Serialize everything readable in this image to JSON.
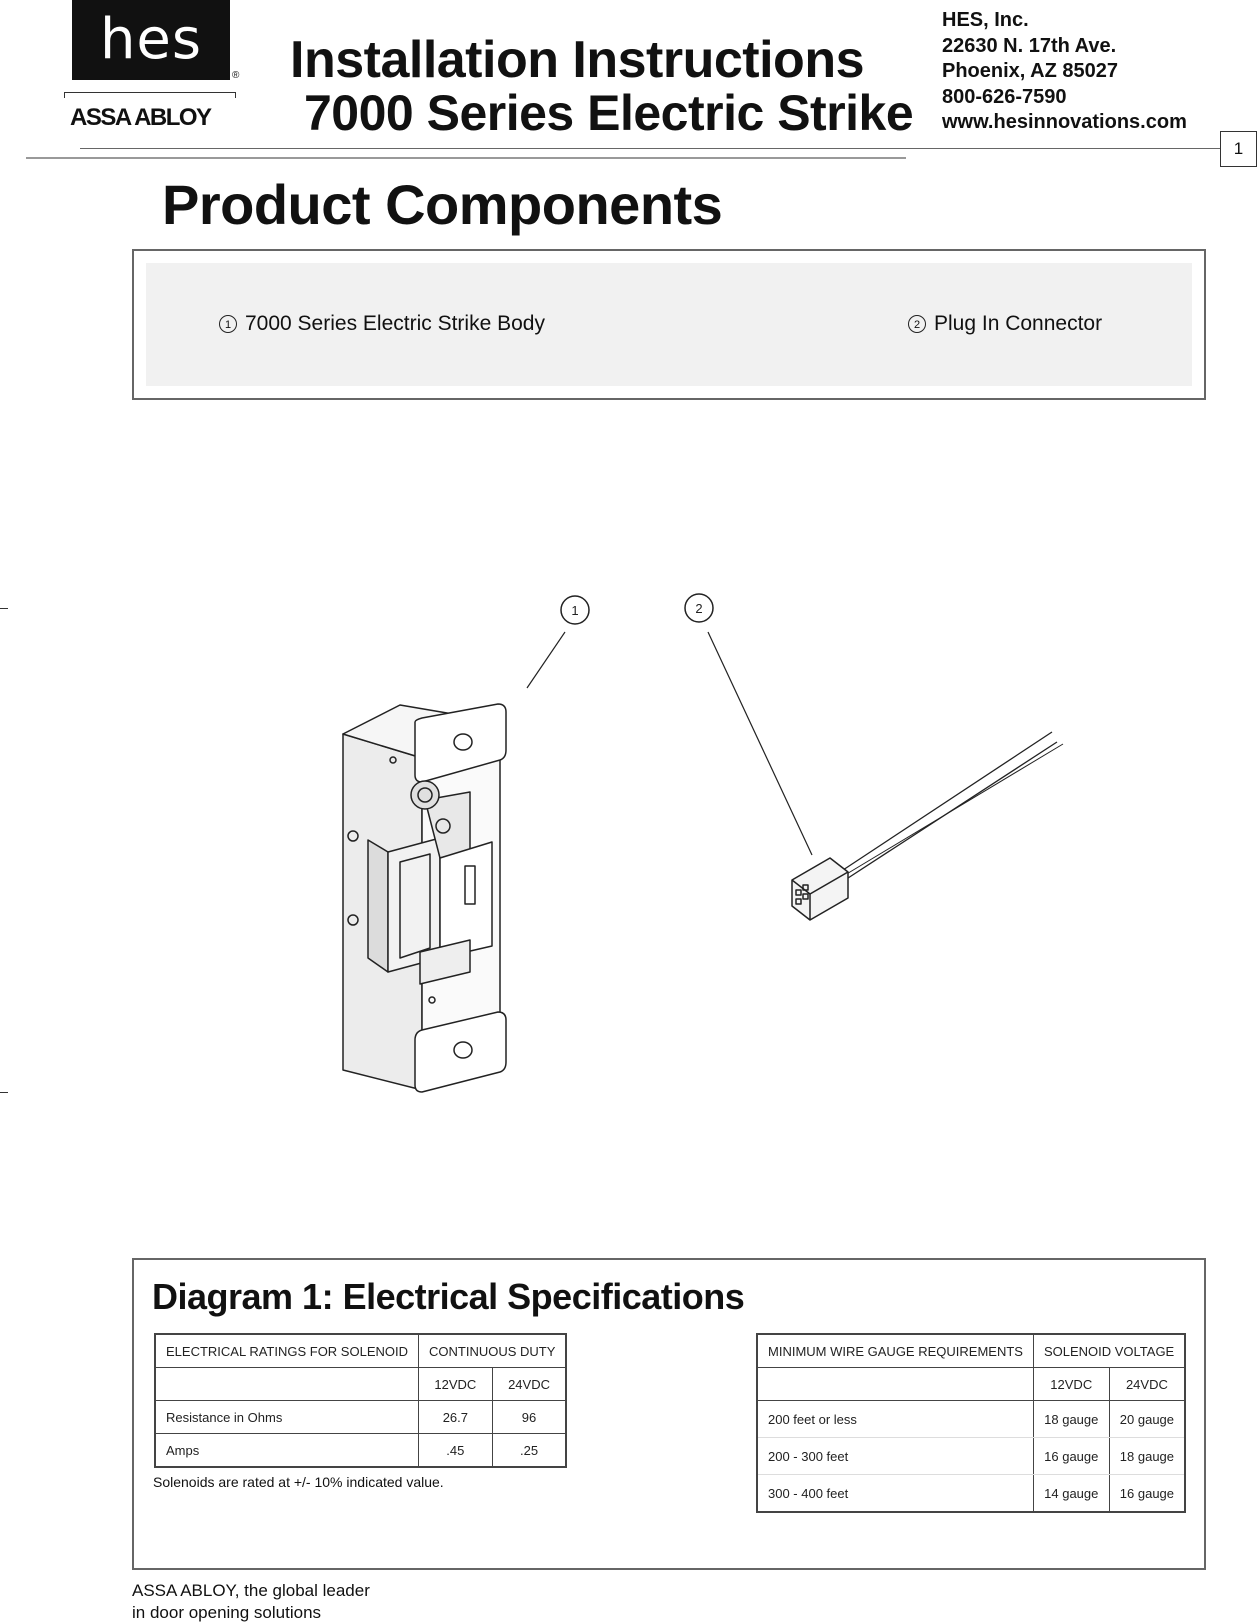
{
  "logo": {
    "brand": "hes",
    "reg": "®",
    "parent": "ASSA ABLOY"
  },
  "header": {
    "title_line1": "Installation Instructions",
    "title_line2": "7000 Series Electric Strike",
    "address": {
      "company": "HES, Inc.",
      "street": "22630 N. 17th Ave.",
      "city": "Phoenix, AZ 85027",
      "phone": "800-626-7590",
      "website": "www.hesinnovations.com"
    },
    "page_number": "1"
  },
  "components": {
    "title": "Product Components",
    "items": [
      {
        "num": "1",
        "label": "7000 Series Electric Strike Body"
      },
      {
        "num": "2",
        "label": "Plug In Connector"
      }
    ]
  },
  "specs": {
    "title": "Diagram 1: Electrical Specifications",
    "ratings_table": {
      "header": [
        "ELECTRICAL RATINGS FOR SOLENOID",
        "CONTINUOUS DUTY"
      ],
      "subheader": [
        "",
        "12VDC",
        "24VDC"
      ],
      "rows": [
        [
          "Resistance in Ohms",
          "26.7",
          "96"
        ],
        [
          "Amps",
          ".45",
          ".25"
        ]
      ]
    },
    "note": "Solenoids are rated at +/- 10% indicated value.",
    "gauge_table": {
      "header": [
        "MINIMUM WIRE GAUGE REQUIREMENTS",
        "SOLENOID VOLTAGE"
      ],
      "subheader": [
        "",
        "12VDC",
        "24VDC"
      ],
      "rows": [
        [
          "200 feet or less",
          "18 gauge",
          "20 gauge"
        ],
        [
          "200 - 300 feet",
          "16 gauge",
          "18 gauge"
        ],
        [
          "300 - 400 feet",
          "14 gauge",
          "16 gauge"
        ]
      ]
    }
  },
  "footer": {
    "line1": "ASSA ABLOY, the global leader",
    "line2": "in door opening solutions"
  }
}
